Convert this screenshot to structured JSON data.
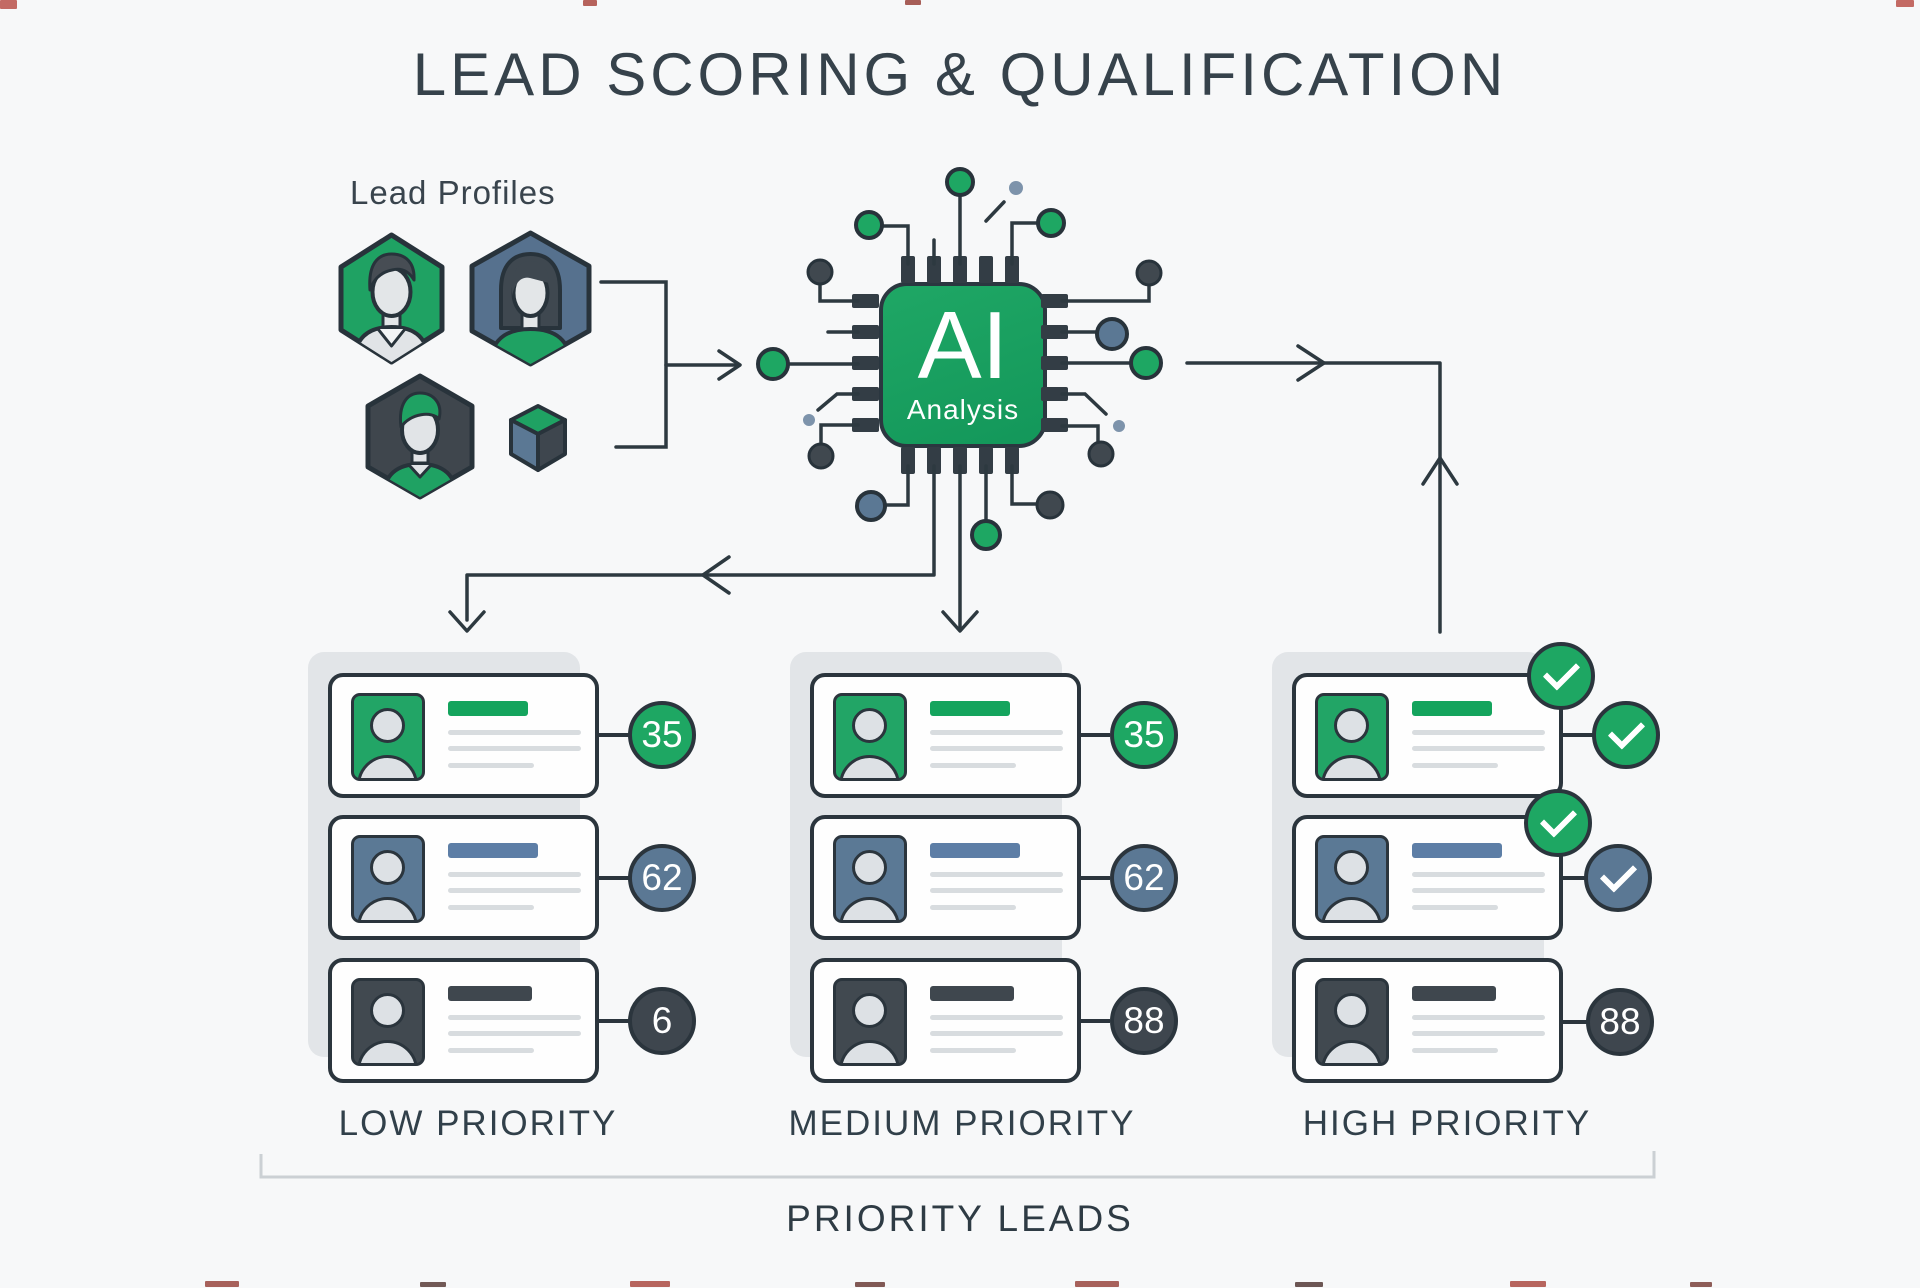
{
  "title": "LEAD SCORING & QUALIFICATION",
  "lead_profiles": {
    "label": "Lead Profiles",
    "avatars": [
      {
        "name": "male-avatar-green-hexagon"
      },
      {
        "name": "female-avatar-blue-hexagon"
      },
      {
        "name": "male-avatar-dark-hexagon"
      },
      {
        "name": "data-cube"
      }
    ]
  },
  "ai_chip": {
    "title": "AI",
    "subtitle": "Analysis"
  },
  "columns": [
    {
      "id": "low",
      "label": "LOW PRIORITY",
      "cards": [
        {
          "tier": "green",
          "badge": {
            "kind": "score",
            "value": "35",
            "tier": "green"
          }
        },
        {
          "tier": "blue",
          "badge": {
            "kind": "score",
            "value": "62",
            "tier": "blue"
          }
        },
        {
          "tier": "dark",
          "badge": {
            "kind": "score",
            "value": "6",
            "tier": "dark"
          }
        }
      ]
    },
    {
      "id": "medium",
      "label": "MEDIUM PRIORITY",
      "cards": [
        {
          "tier": "green",
          "badge": {
            "kind": "score",
            "value": "35",
            "tier": "green"
          }
        },
        {
          "tier": "blue",
          "badge": {
            "kind": "score",
            "value": "62",
            "tier": "blue"
          }
        },
        {
          "tier": "dark",
          "badge": {
            "kind": "score",
            "value": "88",
            "tier": "dark"
          }
        }
      ]
    },
    {
      "id": "high",
      "label": "HIGH PRIORITY",
      "cards": [
        {
          "tier": "green",
          "badge": {
            "kind": "checks",
            "tiers": [
              "green",
              "green"
            ]
          }
        },
        {
          "tier": "blue",
          "badge": {
            "kind": "checks",
            "tiers": [
              "green",
              "blue"
            ]
          }
        },
        {
          "tier": "dark",
          "badge": {
            "kind": "score",
            "value": "88",
            "tier": "dark"
          }
        }
      ]
    }
  ],
  "footer": {
    "label": "PRIORITY LEADS"
  },
  "colors": {
    "green": "#1ea763",
    "blue": "#5b7894",
    "dark": "#3e464e",
    "outline": "#2b353d",
    "line": "#2d3940",
    "shadow": "#e2e5e8",
    "background": "#f7f8f9",
    "label_text": "#31404a",
    "bracket": "#cbd0d4"
  }
}
